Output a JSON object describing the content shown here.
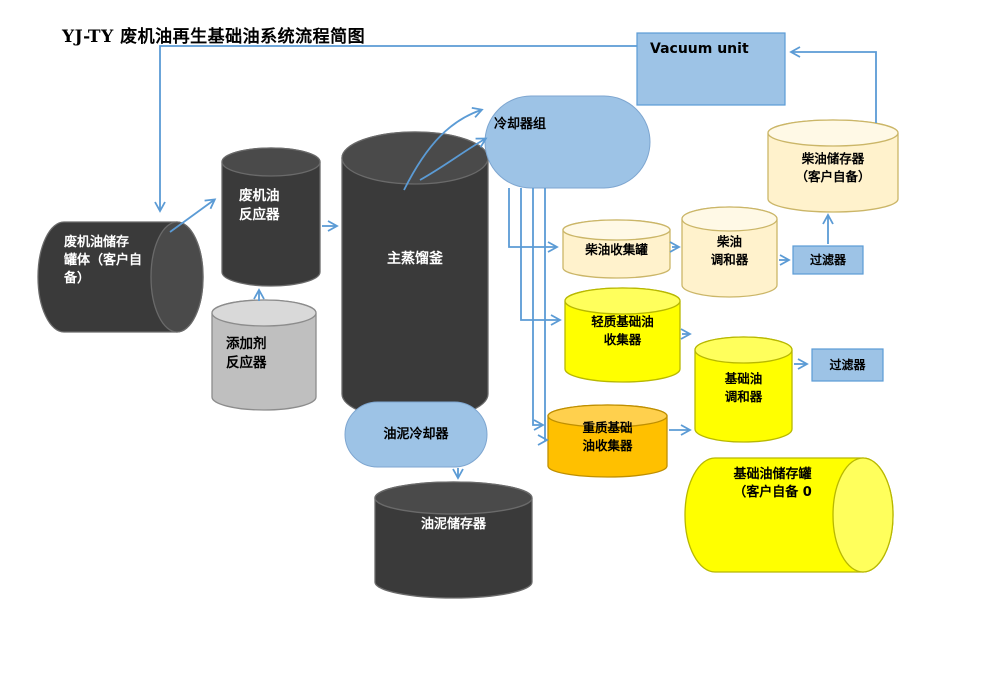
{
  "title": "YJ-TY 废机油再生基础油系统流程简图",
  "colors": {
    "background": "#FFFFFF",
    "titleColor": "#000000",
    "dark": "#3A3A3A",
    "darkTop": "#4A4A4A",
    "darkStroke": "#6A6A6A",
    "gray": "#BFBFBF",
    "grayTop": "#D9D9D9",
    "grayStroke": "#8C8C8C",
    "paleYellow": "#FFF2CC",
    "paleYellowTop": "#FFF9E6",
    "paleYellowStroke": "#CBB668",
    "yellow": "#FFFF00",
    "yellowTop": "#FFFF5C",
    "yellowStroke": "#B8B800",
    "orange": "#FFC000",
    "orangeTop": "#FFD04D",
    "orangeStroke": "#BF8F00",
    "blue": "#9DC3E6",
    "blueStroke": "#5B9BD5",
    "blueStrokeSoft": "#7EA6D0",
    "arrow": "#5B9BD5"
  },
  "nodes": {
    "waste_oil_tank": {
      "label": "废机油储存\n罐体（客户自\n备）"
    },
    "waste_oil_reactor": {
      "label": "废机油\n反应器"
    },
    "additive_reactor": {
      "label": "添加剂\n反应器"
    },
    "kettle": {
      "label": "主蒸馏釜"
    },
    "cooler_group": {
      "label": "冷却器组"
    },
    "vacuum_unit": {
      "label": "Vacuum unit"
    },
    "diesel_storage": {
      "label": "柴油储存器\n（客户自备）"
    },
    "diesel_collection": {
      "label": "柴油收集罐"
    },
    "diesel_blender": {
      "label": "柴油\n调和器"
    },
    "filter_1": {
      "label": "过滤器"
    },
    "light_collector": {
      "label": "轻质基础油\n收集器"
    },
    "heavy_collector": {
      "label": "重质基础\n油收集器"
    },
    "base_blender": {
      "label": "基础油\n调和器"
    },
    "filter_2": {
      "label": "过滤器"
    },
    "base_oil_tank": {
      "label": "基础油储存罐\n（客户自备 0"
    },
    "sludge_cooler": {
      "label": "油泥冷却器"
    },
    "sludge_storage": {
      "label": "油泥储存器"
    }
  },
  "edges": [
    {
      "from": "vacuum-unit",
      "to": "waste-oil-storage-tank"
    },
    {
      "from": "waste-oil-storage-tank",
      "to": "waste-oil-reactor"
    },
    {
      "from": "waste-oil-reactor",
      "to": "main-distillation-kettle"
    },
    {
      "from": "additive-reactor",
      "to": "waste-oil-reactor"
    },
    {
      "from": "main-distillation-kettle",
      "to": "cooler-group"
    },
    {
      "from": "cooler-group",
      "to": "diesel-collection-tank"
    },
    {
      "from": "cooler-group",
      "to": "light-base-oil-collector"
    },
    {
      "from": "cooler-group",
      "to": "heavy-base-oil-collector"
    },
    {
      "from": "diesel-collection-tank",
      "to": "diesel-blender"
    },
    {
      "from": "diesel-blender",
      "to": "filter-1"
    },
    {
      "from": "filter-1",
      "to": "diesel-storage"
    },
    {
      "from": "diesel-storage",
      "to": "vacuum-unit"
    },
    {
      "from": "light-base-oil-collector",
      "to": "base-oil-blender"
    },
    {
      "from": "heavy-base-oil-collector",
      "to": "base-oil-blender"
    },
    {
      "from": "base-oil-blender",
      "to": "filter-2"
    },
    {
      "from": "main-distillation-kettle",
      "to": "sludge-cooler"
    },
    {
      "from": "sludge-cooler",
      "to": "sludge-storage"
    }
  ]
}
